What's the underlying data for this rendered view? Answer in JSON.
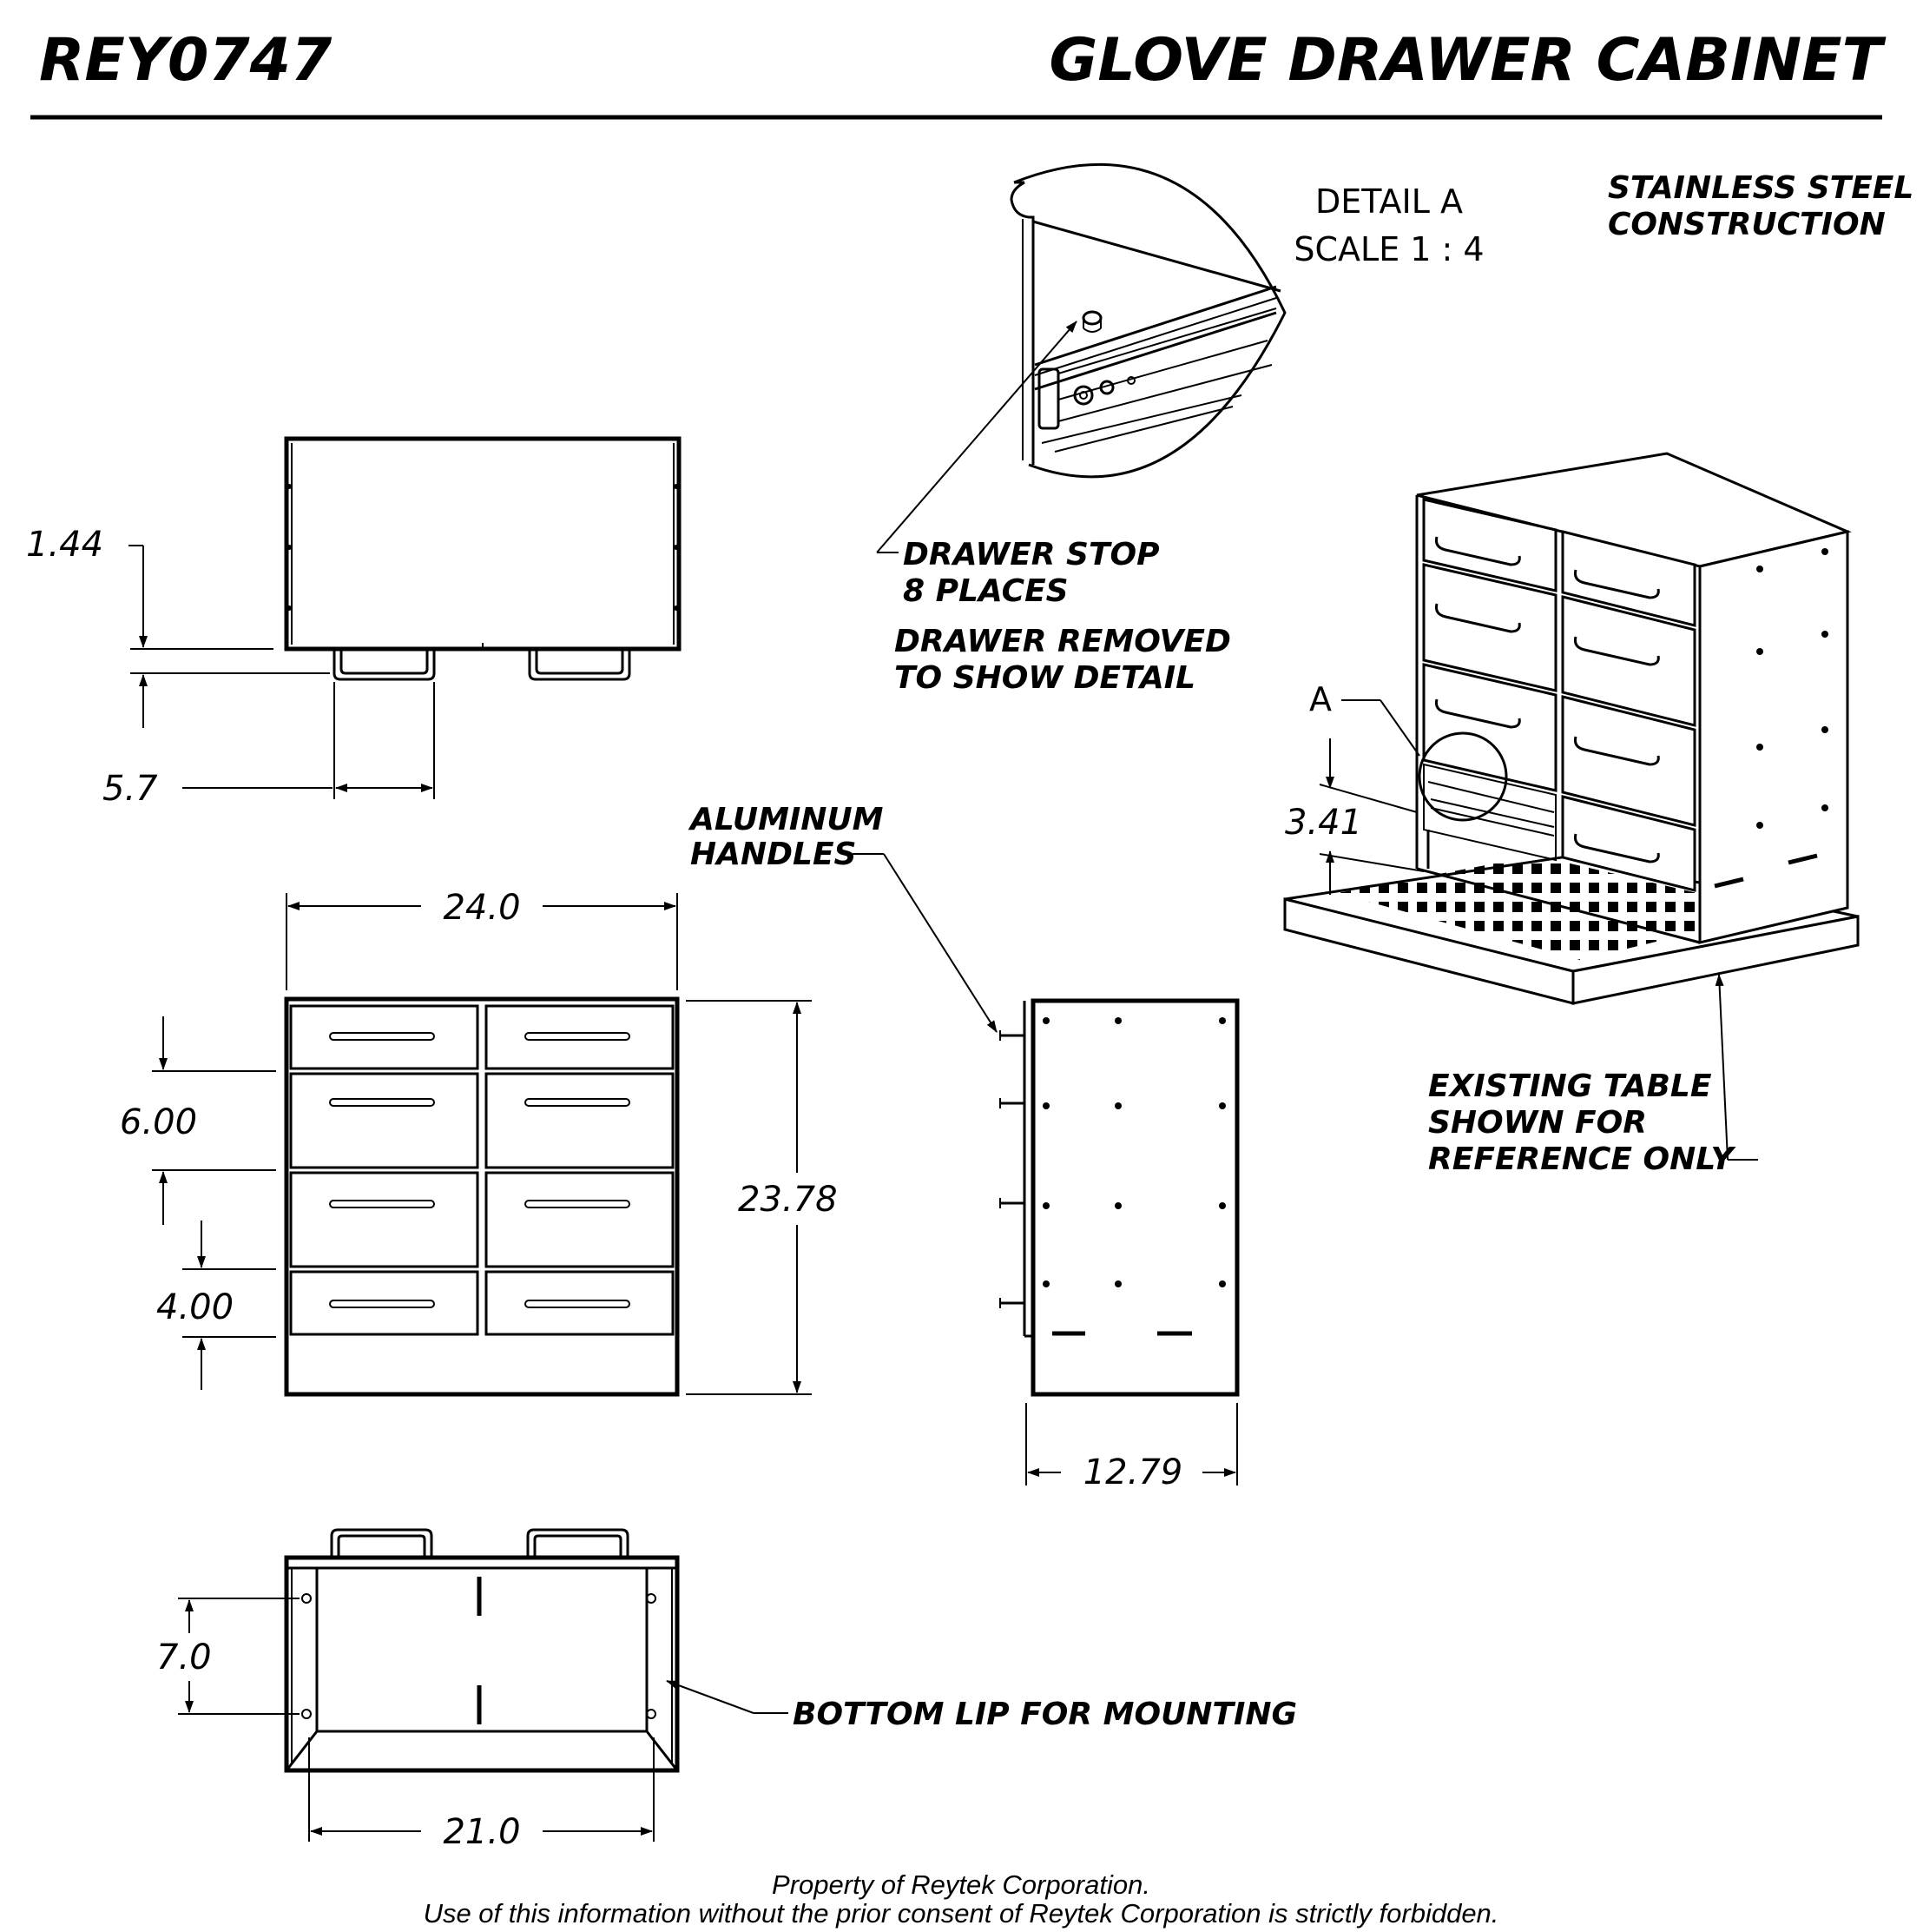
{
  "header": {
    "part_number": "REY0747",
    "title": "GLOVE DRAWER CABINET"
  },
  "detail": {
    "label": "DETAIL A",
    "scale": "SCALE 1 : 4",
    "callout_letter": "A"
  },
  "notes": {
    "material_line1": "STAINLESS STEEL",
    "material_line2": "CONSTRUCTION",
    "drawer_stop_line1": "DRAWER STOP",
    "drawer_stop_line2": "8 PLACES",
    "drawer_removed_line1": "DRAWER REMOVED",
    "drawer_removed_line2": "TO SHOW DETAIL",
    "handles_line1": "ALUMINUM",
    "handles_line2": "HANDLES",
    "table_line1": "EXISTING TABLE",
    "table_line2": "SHOWN FOR",
    "table_line3": "REFERENCE ONLY",
    "bottom_lip": "BOTTOM LIP FOR MOUNTING"
  },
  "dimensions": {
    "handle_projection": "1.44",
    "handle_width": "5.7",
    "overall_width": "24.0",
    "drawer_height_large": "6.00",
    "drawer_height_small": "4.00",
    "overall_height": "23.78",
    "depth": "12.79",
    "mount_hole_spacing": "7.0",
    "mount_width": "21.0",
    "iso_drawer_gap": "3.41"
  },
  "footer": {
    "line1": "Property of Reytek Corporation.",
    "line2": "Use of this information without the prior consent of Reytek Corporation is strictly forbidden."
  }
}
